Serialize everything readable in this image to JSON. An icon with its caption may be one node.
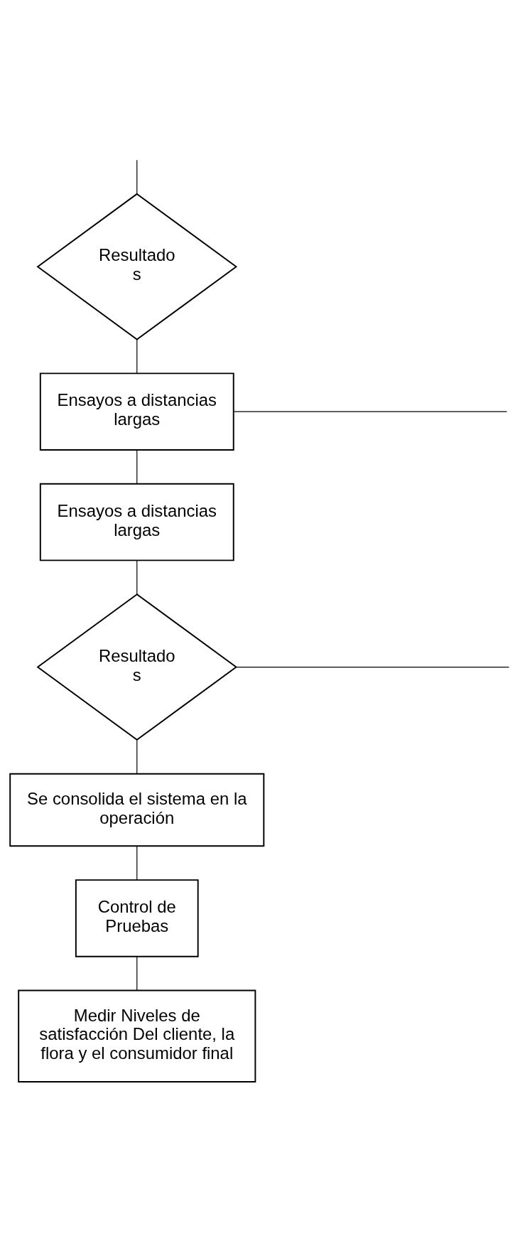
{
  "diagram": {
    "nodes": [
      {
        "text": [
          "Resultado s"
        ]
      },
      {
        "text": [
          "Ensayos a distancias largas"
        ]
      },
      {
        "text": [
          "Ensayos a distancias largas"
        ]
      },
      {
        "text": [
          "Resultado s"
        ]
      },
      {
        "text": [
          "Se consolida el sistema en la operación"
        ]
      },
      {
        "text": [
          "Control de Pruebas"
        ]
      },
      {
        "text": [
          "Medir Niveles de satisfacción Del cliente, la flora y el consumidor final"
        ]
      }
    ],
    "edges": [
      {
        "from": null,
        "to": 0,
        "arrow": "none"
      },
      {
        "from": 0,
        "to": 1,
        "arrow": "none"
      },
      {
        "from": 1,
        "to": null,
        "arrow": "none"
      },
      {
        "from": 1,
        "to": 2,
        "arrow": "none"
      },
      {
        "from": 2,
        "to": 3,
        "arrow": "none"
      },
      {
        "from": 3,
        "to": null,
        "arrow": "none"
      },
      {
        "from": 3,
        "to": 4,
        "arrow": "none"
      },
      {
        "from": 4,
        "to": 5,
        "arrow": "none"
      },
      {
        "from": 5,
        "to": 6,
        "arrow": "none"
      }
    ]
  }
}
